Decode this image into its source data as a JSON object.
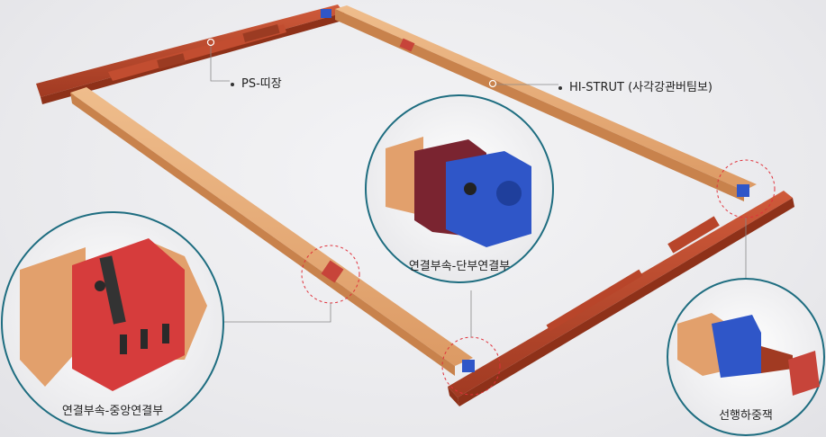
{
  "labels": {
    "ps_ttijang": "PS-띠장",
    "hi_strut": "HI-STRUT (사각강관버팀보)",
    "center_connection": "연결부속-중앙연결부",
    "end_connection": "연결부속-단부연결부",
    "preload_jack": "선행하중잭"
  },
  "colors": {
    "strut": "#e2a06c",
    "waler": "#b8472c",
    "connector_red": "#d63c3c",
    "connector_blue": "#2f56c8",
    "callout_ring": "#1e6d80",
    "highlight": "#e0303a"
  }
}
